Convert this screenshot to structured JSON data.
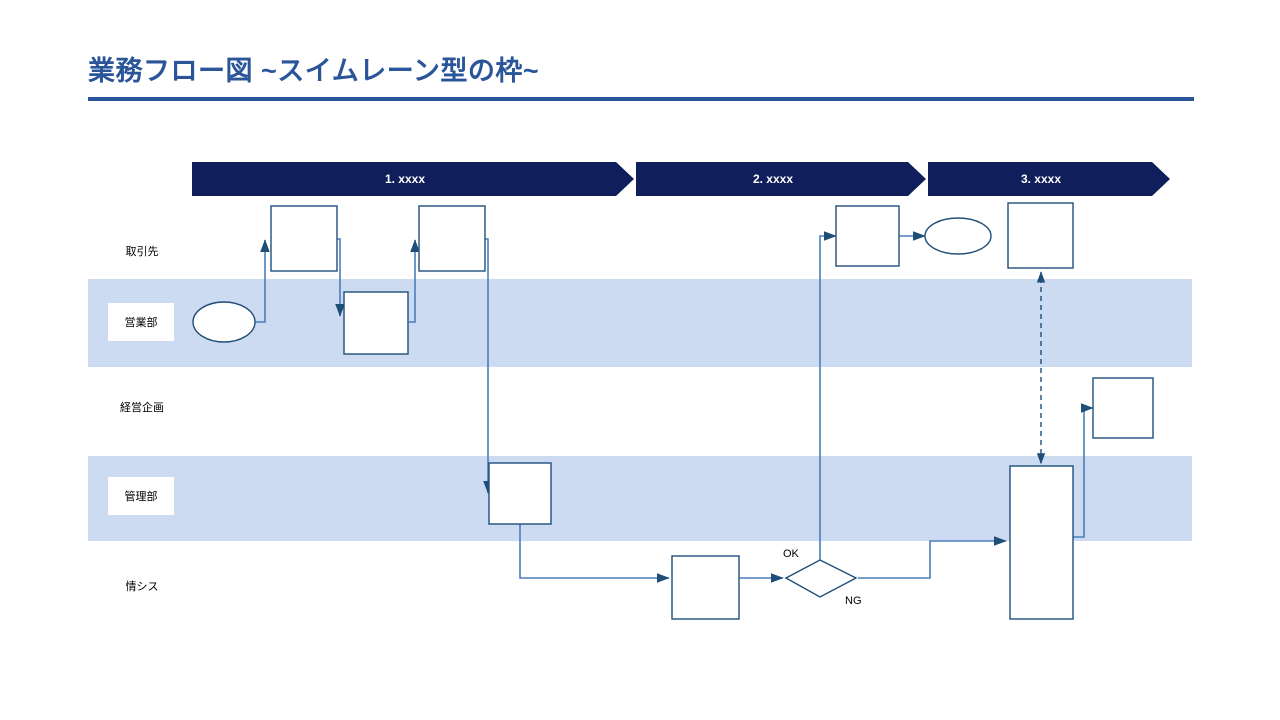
{
  "page": {
    "title": "業務フロー図 ~スイムレーン型の枠~",
    "accent_color": "#2a5699",
    "banner_color": "#101f5c",
    "band_color": "#ccdbf2",
    "shape_stroke": "#1f4e79",
    "connector_color": "#4a7ebb"
  },
  "phases": [
    {
      "label": "1. xxxx"
    },
    {
      "label": "2. xxxx"
    },
    {
      "label": "3. xxxx"
    }
  ],
  "lanes": [
    {
      "label": "取引先",
      "style": "plain"
    },
    {
      "label": "営業部",
      "style": "boxed"
    },
    {
      "label": "経営企画",
      "style": "plain"
    },
    {
      "label": "管理部",
      "style": "boxed"
    },
    {
      "label": "情シス",
      "style": "plain"
    }
  ],
  "edge_labels": [
    {
      "label": "OK"
    },
    {
      "label": "NG"
    }
  ],
  "shapes": [
    {
      "name": "start-terminator",
      "type": "ellipse",
      "text": ""
    },
    {
      "name": "process-box-1",
      "type": "process",
      "text": ""
    },
    {
      "name": "process-box-2",
      "type": "process",
      "text": ""
    },
    {
      "name": "process-box-3",
      "type": "process",
      "text": ""
    },
    {
      "name": "process-box-4",
      "type": "process",
      "text": ""
    },
    {
      "name": "process-box-5",
      "type": "process",
      "text": ""
    },
    {
      "name": "process-box-6",
      "type": "process",
      "text": ""
    },
    {
      "name": "decision-diamond",
      "type": "decision",
      "text": ""
    },
    {
      "name": "process-box-7",
      "type": "process",
      "text": ""
    },
    {
      "name": "process-box-8",
      "type": "process",
      "text": ""
    },
    {
      "name": "process-box-tall",
      "type": "process",
      "text": ""
    },
    {
      "name": "end-terminator",
      "type": "ellipse",
      "text": ""
    }
  ]
}
